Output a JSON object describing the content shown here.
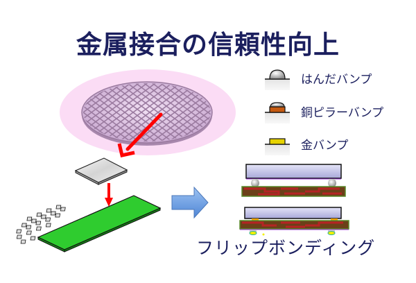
{
  "title": "金属接合の信頼性向上",
  "legend": {
    "items": [
      {
        "label": "はんだバンプ",
        "icon": "solder-bump-icon",
        "color": "#d9d9d9"
      },
      {
        "label": "銅ピラーバンプ",
        "icon": "copper-pillar-bump-icon",
        "color": "#c55a11"
      },
      {
        "label": "金バンプ",
        "icon": "gold-bump-icon",
        "color": "#e6d200"
      }
    ]
  },
  "caption": "フリップボンディング",
  "colors": {
    "title": "#1b1f5e",
    "wafer_halo": "#fbdcf5",
    "wafer": "#c9a9d0",
    "arrow_red": "#ff0000",
    "substrate_green": "#2fcc2f",
    "block_arrow": "#6a9ee0",
    "chip_body": "#c8c8ec",
    "pcb_brown": "#6b4018",
    "pcb_red": "#b52424"
  }
}
